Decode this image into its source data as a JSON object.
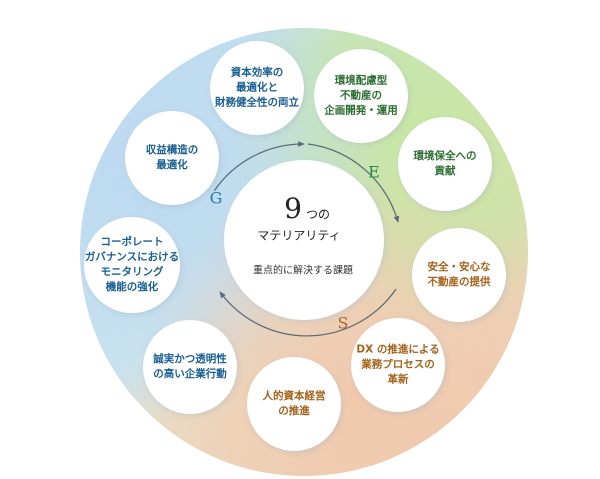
{
  "center": {
    "number": "9",
    "number_suffix": "つの",
    "title": "マテリアリティ",
    "subtitle": "重点的に解決する課題"
  },
  "categories": {
    "G": {
      "label": "G",
      "color": "#2f7aa6"
    },
    "E": {
      "label": "E",
      "color": "#2f8a4a"
    },
    "S": {
      "label": "S",
      "color": "#a8682e"
    }
  },
  "colors": {
    "governance_bg": "#bcd9f0",
    "environment_bg": "#c7e6a3",
    "social_bg": "#f1c8ac",
    "governance_text": "#1a5f93",
    "environment_text": "#2d6e31",
    "social_text": "#a5621a"
  },
  "materialities": [
    {
      "id": "capital-efficiency",
      "category": "G",
      "lines": [
        "資本効率の",
        "最適化と",
        "財務健全性の両立"
      ]
    },
    {
      "id": "environmental-real-estate",
      "category": "E",
      "lines": [
        "環境配慮型",
        "不動産の",
        "企画開発・運用"
      ]
    },
    {
      "id": "environmental-conservation",
      "category": "E",
      "lines": [
        "環境保全への",
        "貢献"
      ]
    },
    {
      "id": "safe-real-estate",
      "category": "S",
      "lines": [
        "安全・安心な",
        "不動産の提供"
      ]
    },
    {
      "id": "dx-reform",
      "category": "S",
      "lines": [
        "DX の推進による",
        "業務プロセスの",
        "革新"
      ]
    },
    {
      "id": "human-capital",
      "category": "S",
      "lines": [
        "人的資本経営",
        "の推進"
      ]
    },
    {
      "id": "integrity",
      "category": "G",
      "lines": [
        "誠実かつ透明性",
        "の高い企業行動"
      ]
    },
    {
      "id": "corporate-governance",
      "category": "G",
      "lines": [
        "コーポレート",
        "ガバナンスにおける",
        "モニタリング",
        "機能の強化"
      ]
    },
    {
      "id": "profit-structure",
      "category": "G",
      "lines": [
        "収益構造の",
        "最適化"
      ]
    }
  ]
}
